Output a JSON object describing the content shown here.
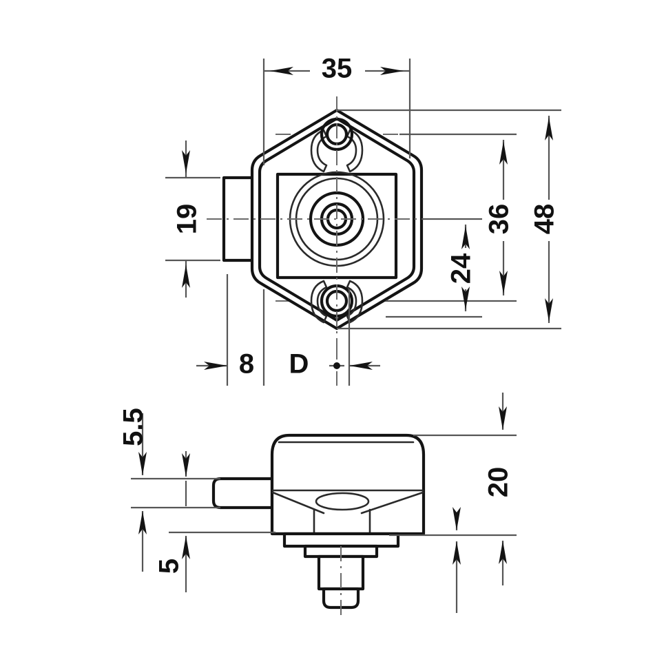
{
  "drawing": {
    "title": "Cabinet Lock Technical Drawing",
    "background_color": "#ffffff",
    "line_color": "#141414",
    "dimension_color": "#555555",
    "text_color": "#111111",
    "units": "mm",
    "views": [
      {
        "name": "front-view",
        "label": "",
        "description": "Hexagonal lock faceplate with central cylinder and two mounting holes"
      },
      {
        "name": "side-view",
        "label": "",
        "description": "Side profile of lock body with bolt and threaded shaft"
      }
    ]
  },
  "dimensions": {
    "width_35": "35",
    "height_19": "19",
    "height_48": "48",
    "height_36": "36",
    "height_24": "24",
    "offset_8": "8",
    "diameter_d": "D",
    "side_55": "5.5",
    "side_5": "5",
    "side_20": "20"
  },
  "icons": {
    "arrow_left": "arrow-left-icon",
    "arrow_right": "arrow-right-icon",
    "arrow_up": "arrow-up-icon",
    "arrow_down": "arrow-down-icon",
    "center_mark": "center-mark-icon"
  }
}
